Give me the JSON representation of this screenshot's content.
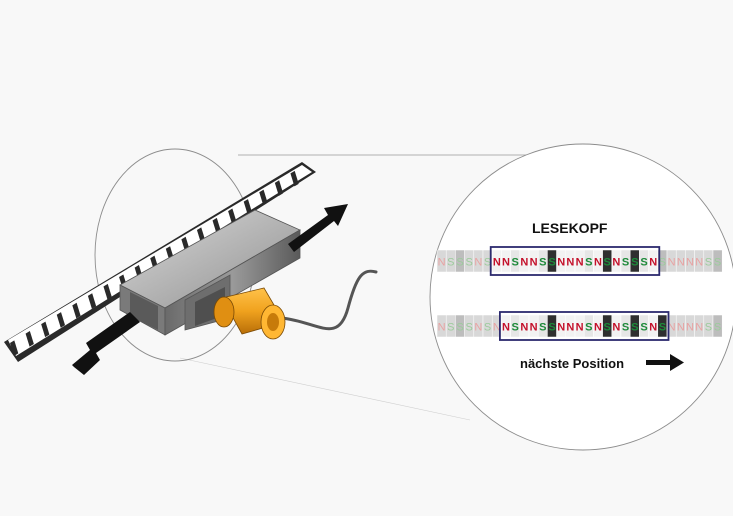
{
  "labels": {
    "read_head": "LESEKOPF",
    "next_position": "nächste Position"
  },
  "strips": [
    {
      "name": "current",
      "cells": [
        "N",
        "S",
        "S",
        "S",
        "N",
        "S",
        "N",
        "N",
        "S",
        "N",
        "N",
        "S",
        "S",
        "N",
        "N",
        "N",
        "S",
        "N",
        "S",
        "N",
        "S",
        "S",
        "S",
        "N",
        "S",
        "N",
        "N",
        "N",
        "N",
        "S",
        "S"
      ],
      "window_start": 6,
      "window_end": 23
    },
    {
      "name": "next",
      "cells": [
        "N",
        "S",
        "S",
        "S",
        "N",
        "S",
        "N",
        "N",
        "S",
        "N",
        "N",
        "S",
        "S",
        "N",
        "N",
        "N",
        "S",
        "N",
        "S",
        "N",
        "S",
        "S",
        "S",
        "N",
        "S",
        "N",
        "N",
        "N",
        "N",
        "S",
        "S"
      ],
      "window_start": 7,
      "window_end": 24
    }
  ],
  "colors": {
    "background": "#f8f8f8",
    "north_active": "#c4102a",
    "south_active": "#1e8a3a",
    "north_faded": "#e8a2a2",
    "south_faded": "#9ccb9c",
    "cell_dark": "#2f2f2f",
    "cell_light": "#d8d8d8",
    "window_border": "#2c2a6e",
    "sensor_orange": "#f0a21e",
    "arrow": "#111111"
  },
  "icons": {
    "motion_arrow_left": "arrow-left-icon",
    "motion_arrow_right": "arrow-right-icon",
    "next_arrow": "arrow-right-icon"
  }
}
